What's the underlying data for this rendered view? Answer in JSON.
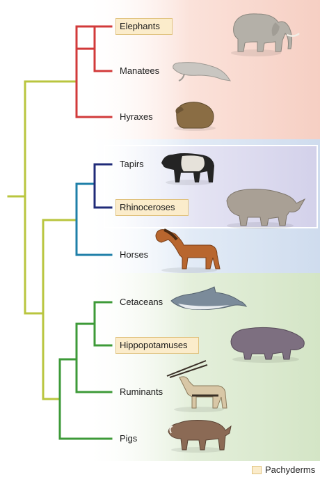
{
  "taxa": [
    {
      "name": "Elephants",
      "pachyderm": true
    },
    {
      "name": "Manatees",
      "pachyderm": false
    },
    {
      "name": "Hyraxes",
      "pachyderm": false
    },
    {
      "name": "Tapirs",
      "pachyderm": false
    },
    {
      "name": "Rhinoceroses",
      "pachyderm": true
    },
    {
      "name": "Horses",
      "pachyderm": false
    },
    {
      "name": "Cetaceans",
      "pachyderm": false
    },
    {
      "name": "Hippopotamuses",
      "pachyderm": true
    },
    {
      "name": "Ruminants",
      "pachyderm": false
    },
    {
      "name": "Pigs",
      "pachyderm": false
    }
  ],
  "legend": {
    "label": "Pachyderms"
  },
  "colors": {
    "root": "#b9c53e",
    "afrotheria": "#d23a3a",
    "perissodactyla_teal": "#1e7fa8",
    "perissodactyla_navy": "#1f2a78",
    "artiodactyla": "#3d9a38",
    "pachyderm_fill": "#fbeccb",
    "pachyderm_border": "#e0c27e",
    "band_red": "#f8d5cc",
    "band_blue": "#d6e2f1",
    "band_purple": "#dcd8ee",
    "band_green": "#dbe9cf"
  },
  "icons": [
    "elephant-icon",
    "manatee-icon",
    "hyrax-icon",
    "tapir-icon",
    "rhinoceros-icon",
    "horse-icon",
    "dolphin-icon",
    "hippopotamus-icon",
    "oryx-icon",
    "warthog-icon"
  ]
}
